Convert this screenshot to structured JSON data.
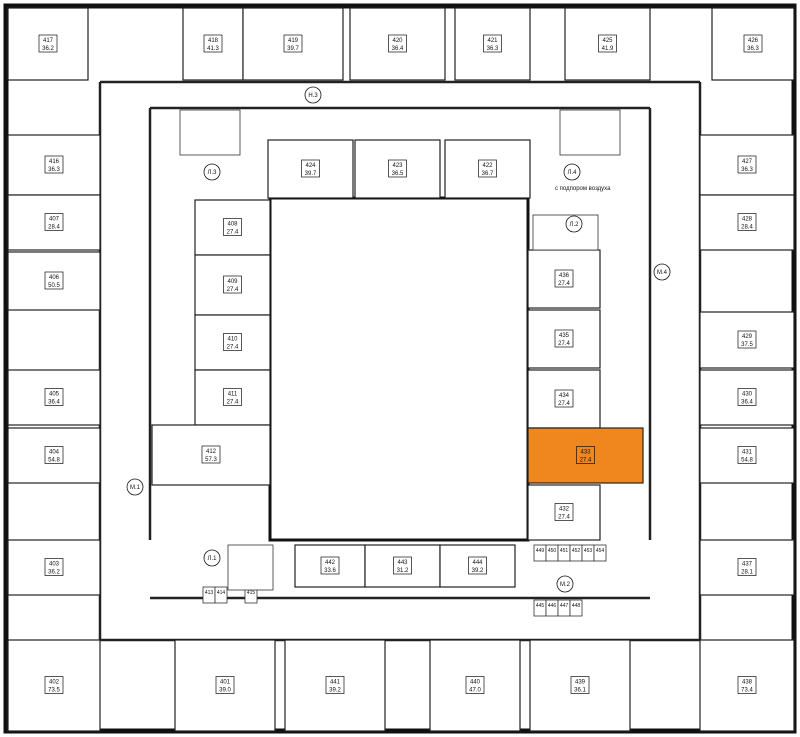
{
  "plan": {
    "selected_apartment": "433",
    "highlight_color": "#f0861e",
    "apartments": [
      {
        "no": "417",
        "area": "36.2"
      },
      {
        "no": "418",
        "area": "41.3"
      },
      {
        "no": "419",
        "area": "39.7"
      },
      {
        "no": "420",
        "area": "36.4"
      },
      {
        "no": "421",
        "area": "36.3"
      },
      {
        "no": "425",
        "area": "41.9"
      },
      {
        "no": "426",
        "area": "36.3"
      },
      {
        "no": "416",
        "area": "36.3"
      },
      {
        "no": "407",
        "area": "28.4"
      },
      {
        "no": "406",
        "area": "50.5"
      },
      {
        "no": "405",
        "area": "36.4"
      },
      {
        "no": "404",
        "area": "54.8"
      },
      {
        "no": "403",
        "area": "36.2"
      },
      {
        "no": "402",
        "area": "73.5"
      },
      {
        "no": "401",
        "area": "39.0"
      },
      {
        "no": "427",
        "area": "36.3"
      },
      {
        "no": "428",
        "area": "28.4"
      },
      {
        "no": "429",
        "area": "37.5"
      },
      {
        "no": "430",
        "area": "36.4"
      },
      {
        "no": "431",
        "area": "54.8"
      },
      {
        "no": "437",
        "area": "28.1"
      },
      {
        "no": "438",
        "area": "73.4"
      },
      {
        "no": "439",
        "area": "36.1"
      },
      {
        "no": "440",
        "area": "47.0"
      },
      {
        "no": "441",
        "area": "39.2"
      },
      {
        "no": "408",
        "area": "27.4"
      },
      {
        "no": "409",
        "area": "27.4"
      },
      {
        "no": "410",
        "area": "27.4"
      },
      {
        "no": "411",
        "area": "27.4"
      },
      {
        "no": "412",
        "area": "57.3"
      },
      {
        "no": "424",
        "area": "39.7"
      },
      {
        "no": "423",
        "area": "36.5"
      },
      {
        "no": "422",
        "area": "36.7"
      },
      {
        "no": "436",
        "area": "27.4"
      },
      {
        "no": "435",
        "area": "27.4"
      },
      {
        "no": "434",
        "area": "27.4"
      },
      {
        "no": "433",
        "area": "27.4"
      },
      {
        "no": "432",
        "area": "27.4"
      },
      {
        "no": "442",
        "area": "33.6"
      },
      {
        "no": "443",
        "area": "31.2"
      },
      {
        "no": "444",
        "area": "39.2"
      }
    ],
    "storage_units": [
      "449",
      "450",
      "451",
      "452",
      "453",
      "454",
      "445",
      "446",
      "447",
      "448",
      "413",
      "414",
      "415"
    ],
    "stairs": [
      "Л.1",
      "Л.2",
      "Л.3",
      "Л.4"
    ],
    "lift_halls": [
      "М.1",
      "М.2",
      "Н.3",
      "М.4"
    ],
    "note": "с подпором воздуха"
  }
}
